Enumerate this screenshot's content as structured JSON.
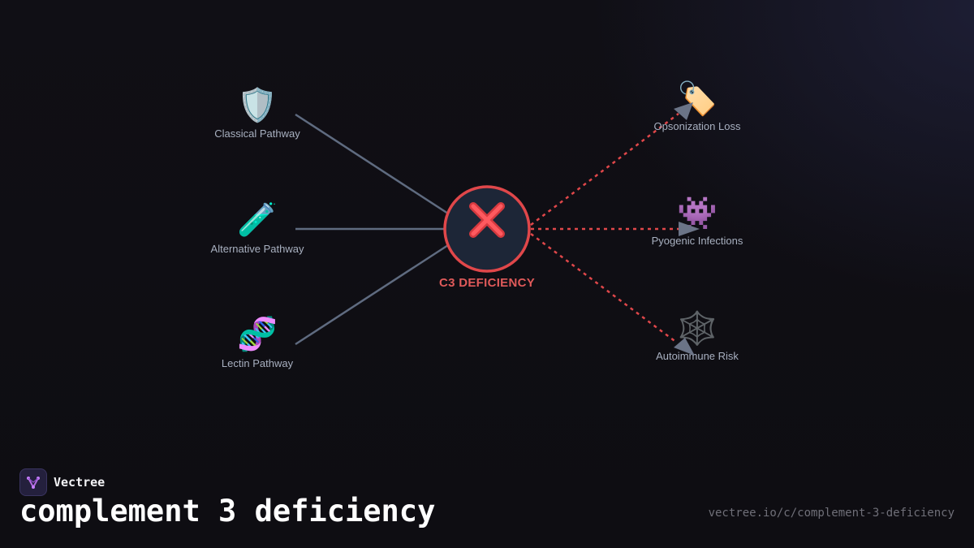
{
  "center": {
    "label": "C3 DEFICIENCY",
    "icon": "cross-mark-icon"
  },
  "causes": [
    {
      "id": "classical",
      "label": "Classical Pathway",
      "icon": "shield-icon",
      "glyph": "🛡️"
    },
    {
      "id": "alternative",
      "label": "Alternative Pathway",
      "icon": "test-tube-icon",
      "glyph": "🧪"
    },
    {
      "id": "lectin",
      "label": "Lectin Pathway",
      "icon": "dna-icon",
      "glyph": "🧬"
    }
  ],
  "effects": [
    {
      "id": "opsonization",
      "label": "Opsonization Loss",
      "icon": "label-tag-icon",
      "glyph": "🏷️"
    },
    {
      "id": "pyogenic",
      "label": "Pyogenic Infections",
      "icon": "alien-monster-icon",
      "glyph": "👾"
    },
    {
      "id": "autoimmune",
      "label": "Autoimmune Risk",
      "icon": "spider-web-icon",
      "glyph": "🕸️"
    }
  ],
  "brand": {
    "name": "Vectree"
  },
  "title": "complement 3 deficiency",
  "url": "vectree.io/c/complement-3-deficiency",
  "colors": {
    "background": "#0f0e13",
    "edge_solid": "#5f6b80",
    "edge_dashed": "#e0474a",
    "arrowhead": "#6b7487",
    "center_fill": "#1d2637",
    "center_stroke": "#e0474a",
    "center_label": "#e05a5a",
    "node_label": "#a8b0c0"
  }
}
